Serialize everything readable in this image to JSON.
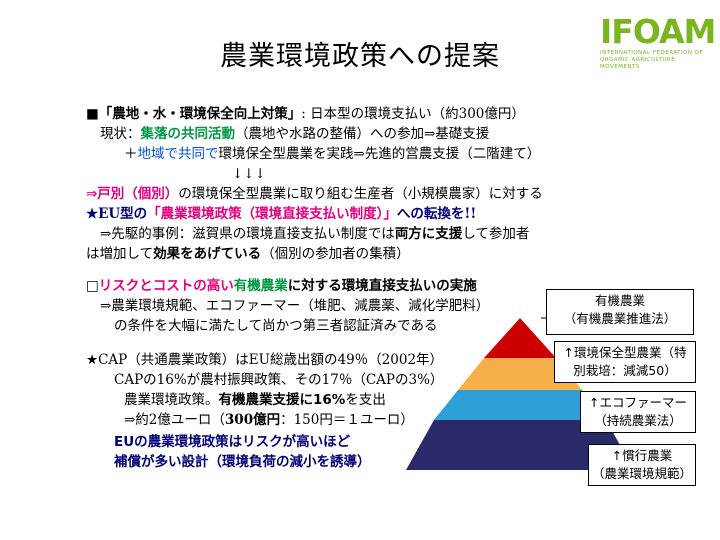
{
  "title": "農業環境政策への提案",
  "logo": {
    "main": "IFOAM",
    "sub1": "INTERNATIONAL FEDERATION OF",
    "sub2": "ORGANIC AGRICULTURE MOVEMENTS"
  },
  "section1": {
    "bullet": "■",
    "heading": "「農地・水・環境保全向上対策」",
    "heading_rest": ": 日本型の環境支払い（約300億円）",
    "status_prefix": "現状：",
    "status_green": "集落の共同活動",
    "status_rest": "（農地や水路の整備）への参加⇒基礎支援",
    "plus_prefix": "＋",
    "plus_blue": "地域で共同で",
    "plus_rest": "環境保全型農業を実践⇒先進的営農支援（二階建て）",
    "arrows": "↓↓↓",
    "l5_magenta": "⇒戸別（個別）",
    "l5_rest": "の環境保全型農業に取り組む生産者（小規模農家）に対する",
    "l6_star": "★EU型の",
    "l6_magenta": "「農業環境政策（環境直接支払い制度）」",
    "l6_tail": "への転換を!!",
    "l7_a": "⇒先駆的事例：滋賀県の環境直接支払い制度では",
    "l7_b": "両方に支援",
    "l7_c": "して参加者",
    "l8_a": "は増加して",
    "l8_b": "効果をあげている",
    "l8_c": "（個別の参加者の集積）"
  },
  "section2": {
    "bullet": "□",
    "p1": "リスクとコストの高い",
    "p2": "有機農業",
    "p3": "に対する環境直接支払いの実施",
    "l2": "⇒農業環境規範、エコファーマー（堆肥、減農薬、減化学肥料）",
    "l3": "の条件を大幅に満たして尚かつ第三者認証済みである"
  },
  "section3": {
    "l1": "★CAP（共通農業政策）はEU総歳出額の49％（2002年）",
    "l2": "CAPの16%が農村振興政策、その17％（CAPの3%）",
    "l3_a": "農業環境政策。",
    "l3_b": "有機農業支援に16%",
    "l3_c": "を支出",
    "l4_a": "⇒約2億ユーロ（",
    "l4_b": "300億円",
    "l4_c": "：150円＝１ユーロ）",
    "l5": "EUの農業環境政策はリスクが高いほど",
    "l6": "補償が多い設計（環境負荷の減小を誘導）"
  },
  "pyramid": {
    "colors": [
      "#cc0000",
      "#f5b04c",
      "#2f9fd8",
      "#2a2a6a"
    ],
    "labels": [
      {
        "line1": "有機農業",
        "line2": "（有機農業推進法）"
      },
      {
        "line1": "↑環境保全型農業（特",
        "line2": "別栽培：減減50）"
      },
      {
        "line1": "↑エコファーマー",
        "line2": "（持続農業法）"
      },
      {
        "line1": "↑慣行農業",
        "line2": "（農業環境規範）"
      }
    ]
  }
}
